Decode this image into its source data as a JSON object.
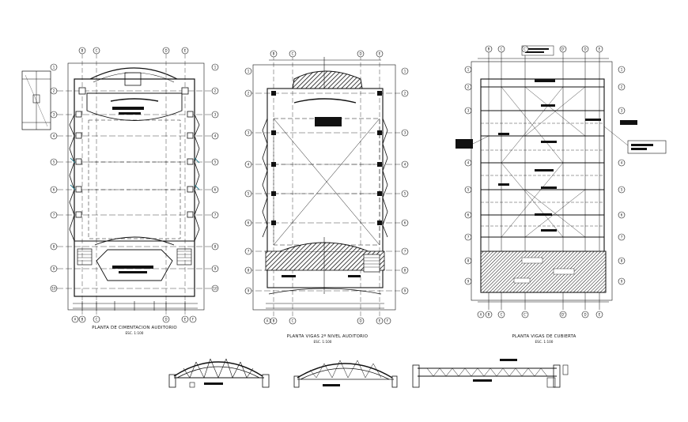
{
  "plans": [
    {
      "title": "PLANTA DE CIMENTACION AUDITORIO",
      "scale": "ESC. 1:100"
    },
    {
      "title": "PLANTA VIGAS 2º NIVEL AUDITORIO",
      "scale": "ESC. 1:100"
    },
    {
      "title": "PLANTA VIGAS DE CUBIERTA",
      "scale": "ESC. 1:100"
    }
  ],
  "colors": {
    "line": "#111111",
    "accent": "#2a7f8f",
    "paper": "#ffffff"
  }
}
